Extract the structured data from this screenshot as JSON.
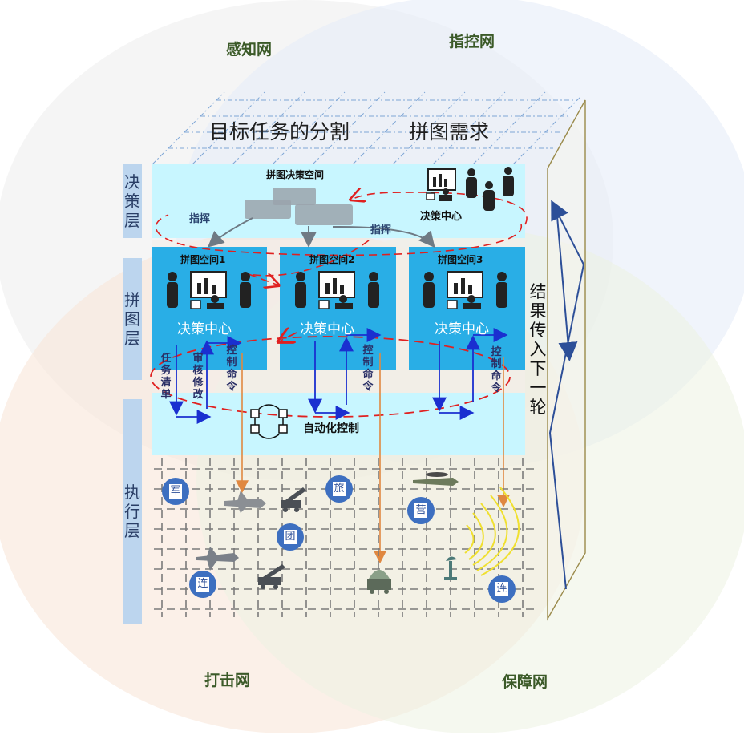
{
  "networks": {
    "sensing": "感知网",
    "command": "指控网",
    "strike": "打击网",
    "support": "保障网"
  },
  "top": {
    "left": "目标任务的分割",
    "right": "拼图需求"
  },
  "layers": {
    "decision": "决策层",
    "puzzle": "拼图层",
    "execution": "执行层"
  },
  "decision_space": {
    "title": "拼图决策空间",
    "center_label": "决策中心",
    "command_label_1": "指挥",
    "command_label_2": "指挥"
  },
  "puzzle_spaces": [
    {
      "title": "拼图空间1",
      "center": "决策中心"
    },
    {
      "title": "拼图空间2",
      "center": "决策中心"
    },
    {
      "title": "拼图空间3",
      "center": "决策中心"
    }
  ],
  "flows": {
    "task_list": "任务清单",
    "review_modify": "审核修改",
    "control_cmd_1": "控制命令",
    "control_cmd_2": "控制命令",
    "control_cmd_3": "控制命令"
  },
  "automation": "自动化控制",
  "units": {
    "army": "军",
    "brigade": "旅",
    "battalion": "营",
    "regiment": "团",
    "company_1": "连",
    "company_2": "连"
  },
  "result_text": "结果传入下一轮",
  "colors": {
    "sensing_circle": "#ececec",
    "command_circle": "#e8eef8",
    "strike_circle": "#f9e8dd",
    "support_circle": "#eef3e4",
    "layer_bg": "#bcd5ee",
    "light_cyan": "#c8f6ff",
    "panel_blue": "#29aee6",
    "dashed_red": "#e02020",
    "arrow_blue": "#1a2fd0",
    "arrow_orange": "#e08840"
  }
}
